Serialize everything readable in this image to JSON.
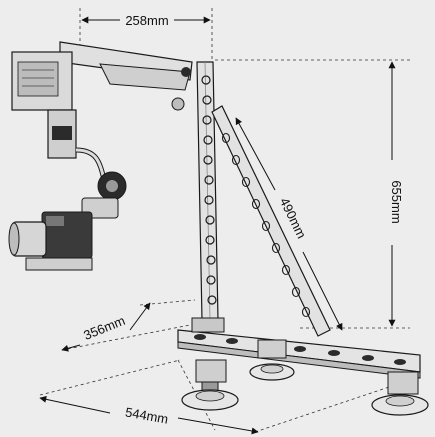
{
  "dimensions": {
    "top_width": "258mm",
    "height": "655mm",
    "brace_length": "490mm",
    "base_depth": "356mm",
    "base_width": "544mm"
  },
  "colors": {
    "background": "#ededed",
    "line": "#1a1a1a",
    "metal": "#d8d8d8",
    "dark": "#2b2b2b"
  }
}
